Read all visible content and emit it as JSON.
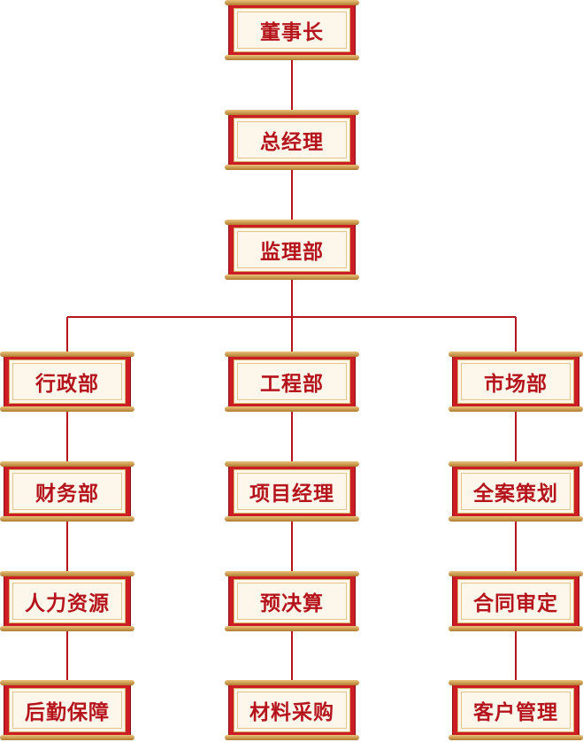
{
  "colors": {
    "line": "#b5141c",
    "scroll": "#cc1c24",
    "panel": "#fdf6ea",
    "text": "#b5141c",
    "rod": "#c99a4e"
  },
  "nodes": {
    "chairman": "董事长",
    "general_manager": "总经理",
    "supervision": "监理部",
    "admin": "行政部",
    "engineering": "工程部",
    "market": "市场部",
    "finance": "财务部",
    "hr": "人力资源",
    "logistics": "后勤保障",
    "project_manager": "项目经理",
    "budget": "预决算",
    "purchasing": "材料采购",
    "planning": "全案策划",
    "contract_review": "合同审定",
    "customer_mgmt": "客户管理"
  },
  "edges": [
    [
      "chairman",
      "general_manager"
    ],
    [
      "general_manager",
      "supervision"
    ],
    [
      "supervision",
      "admin"
    ],
    [
      "supervision",
      "engineering"
    ],
    [
      "supervision",
      "market"
    ],
    [
      "admin",
      "finance"
    ],
    [
      "finance",
      "hr"
    ],
    [
      "hr",
      "logistics"
    ],
    [
      "engineering",
      "project_manager"
    ],
    [
      "project_manager",
      "budget"
    ],
    [
      "budget",
      "purchasing"
    ],
    [
      "market",
      "planning"
    ],
    [
      "planning",
      "contract_review"
    ],
    [
      "contract_review",
      "customer_mgmt"
    ]
  ]
}
